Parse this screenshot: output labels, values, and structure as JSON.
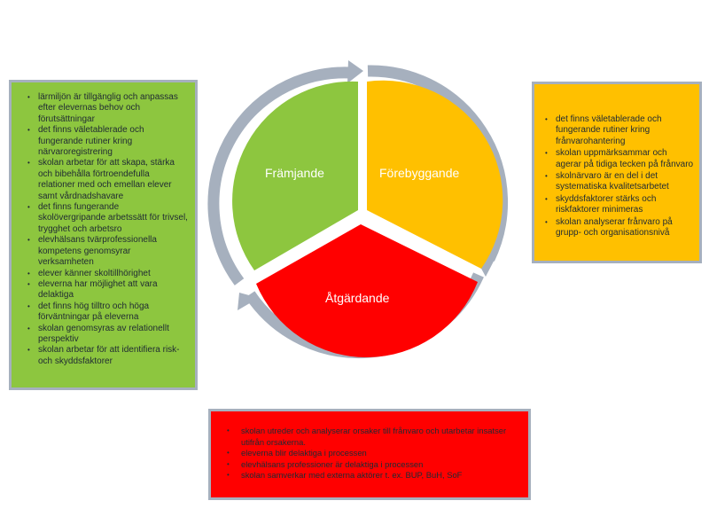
{
  "segments": {
    "framjande": "Främjande",
    "forebyggande": "Förebyggande",
    "atgardande": "Åtgärdande"
  },
  "colors": {
    "green": "#8dc63f",
    "orange": "#ffc000",
    "red": "#ff0000",
    "arrow": "#a6b0be"
  },
  "green_box": {
    "items": [
      "lärmiljön är tillgänglig och anpassas efter elevernas behov och förutsättningar",
      "det finns väletablerade och fungerande rutiner kring närvaroregistrering",
      "skolan arbetar för att skapa, stärka och bibehålla förtroendefulla relationer med och emellan elever samt vårdnadshavare",
      "det finns fungerande skolövergripande arbetssätt för trivsel, trygghet och arbetsro",
      "elevhälsans tvärprofessionella kompetens genomsyrar verksamheten",
      "elever känner skoltillhörighet",
      "eleverna har möjlighet att vara delaktiga",
      "det finns hög tilltro och höga förväntningar på eleverna",
      "skolan genomsyras av relationellt perspektiv",
      "skolan arbetar för att identifiera risk- och skyddsfaktorer"
    ]
  },
  "orange_box": {
    "items": [
      "det finns väletablerade och fungerande rutiner kring frånvarohantering",
      "skolan uppmärksammar och agerar på tidiga tecken på frånvaro",
      "skolnärvaro är en del i det systematiska kvalitetsarbetet",
      "skyddsfaktorer stärks och riskfaktorer minimeras",
      "skolan analyserar frånvaro på grupp- och organisationsnivå"
    ]
  },
  "red_box": {
    "items": [
      "skolan utreder och analyserar orsaker till frånvaro och utarbetar insatser utifrån orsakerna.",
      "eleverna blir delaktiga i processen",
      "elevhälsans professioner är delaktiga i processen",
      "skolan samverkar med externa aktörer t. ex. BUP, BuH, SoF"
    ]
  }
}
